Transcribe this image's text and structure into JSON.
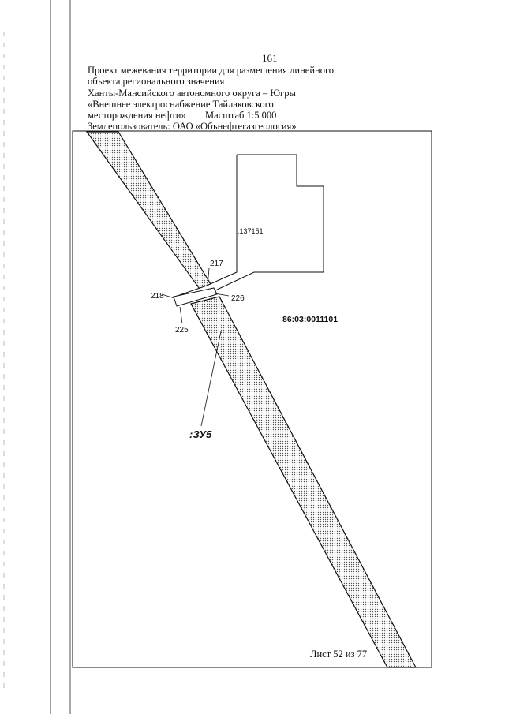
{
  "page_number": "161",
  "header": {
    "line1": "Проект межевания территории для размещения линейного",
    "line2": "объекта регионального значения",
    "line3": "Ханты-Мансийского автономного округа – Югры",
    "line4": "«Внешнее электроснабжение Тайлаковского",
    "line5_part1": "месторождения нефти»",
    "line5_part2": "Масштаб 1:5 000",
    "line6": "Землепользователь: ОАО «Обънефтегазгеология»"
  },
  "map": {
    "parcel_number": ":137151",
    "cadastral_block": "86:03:0011101",
    "zone_label": ":ЗУ5",
    "point_labels": {
      "p217": "217",
      "p218": "218",
      "p225": "225",
      "p226": "226"
    }
  },
  "footer": {
    "sheet_label": "Лист 52 из 77"
  }
}
